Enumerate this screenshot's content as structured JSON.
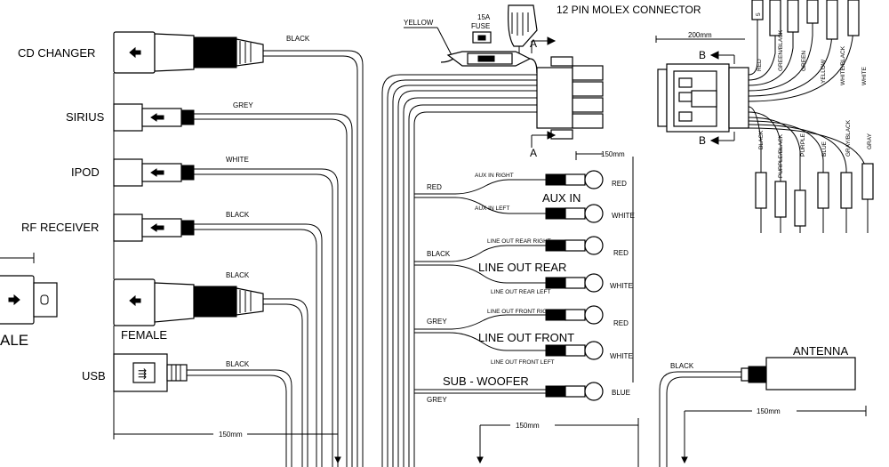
{
  "connectors": {
    "cd_changer": "CD CHANGER",
    "sirius": "SIRIUS",
    "ipod": "IPOD",
    "rf_receiver": "RF RECEIVER",
    "usb": "USB",
    "female": "FEMALE",
    "male_partial": "ALE",
    "antenna": "ANTENNA",
    "molex": "12 PIN MOLEX CONNECTOR"
  },
  "wire_colors_left": {
    "cd_changer": "BLACK",
    "sirius": "GREY",
    "ipod": "WHITE",
    "rf_receiver": "BLACK",
    "female": "BLACK",
    "usb": "BLACK"
  },
  "fuse": {
    "rating": "15A",
    "label": "FUSE",
    "wire": "YELLOW"
  },
  "section_markers": {
    "a": "A",
    "b": "B"
  },
  "dimensions": {
    "d200": "200mm",
    "d150_top": "150mm",
    "d150_bottom_left": "150mm",
    "d150_bottom_mid": "150mm",
    "d150_antenna": "150mm"
  },
  "rca_groups": {
    "aux_in": {
      "title": "AUX IN",
      "wire": "RED",
      "right_label": "AUX IN RIGHT",
      "left_label": "AUX IN LEFT",
      "jack_top": "RED",
      "jack_bottom": "WHITE"
    },
    "line_out_rear": {
      "title": "LINE OUT REAR",
      "wire": "BLACK",
      "right_label": "LINE OUT REAR RIGHT",
      "left_label": "LINE OUT REAR LEFT",
      "jack_top": "RED",
      "jack_bottom": "WHITE"
    },
    "line_out_front": {
      "title": "LINE OUT FRONT",
      "wire": "GREY",
      "right_label": "LINE OUT FRONT RIGHT",
      "left_label": "LINE OUT FRONT LEFT",
      "jack_top": "RED",
      "jack_bottom": "WHITE"
    },
    "sub_woofer": {
      "title": "SUB - WOOFER",
      "wire": "GREY",
      "jack": "BLUE"
    }
  },
  "molex_wires_top": [
    "RED",
    "GREEN/BLACK",
    "GREEN",
    "YELLOW",
    "WHITE/BLACK",
    "WHITE"
  ],
  "molex_wires_bottom": [
    "BLACK",
    "PURPLE/BLACK",
    "PURPLE",
    "BLUE",
    "GRAY/BLACK",
    "GRAY"
  ],
  "molex_top_partial": "5",
  "antenna_wire": "BLACK"
}
